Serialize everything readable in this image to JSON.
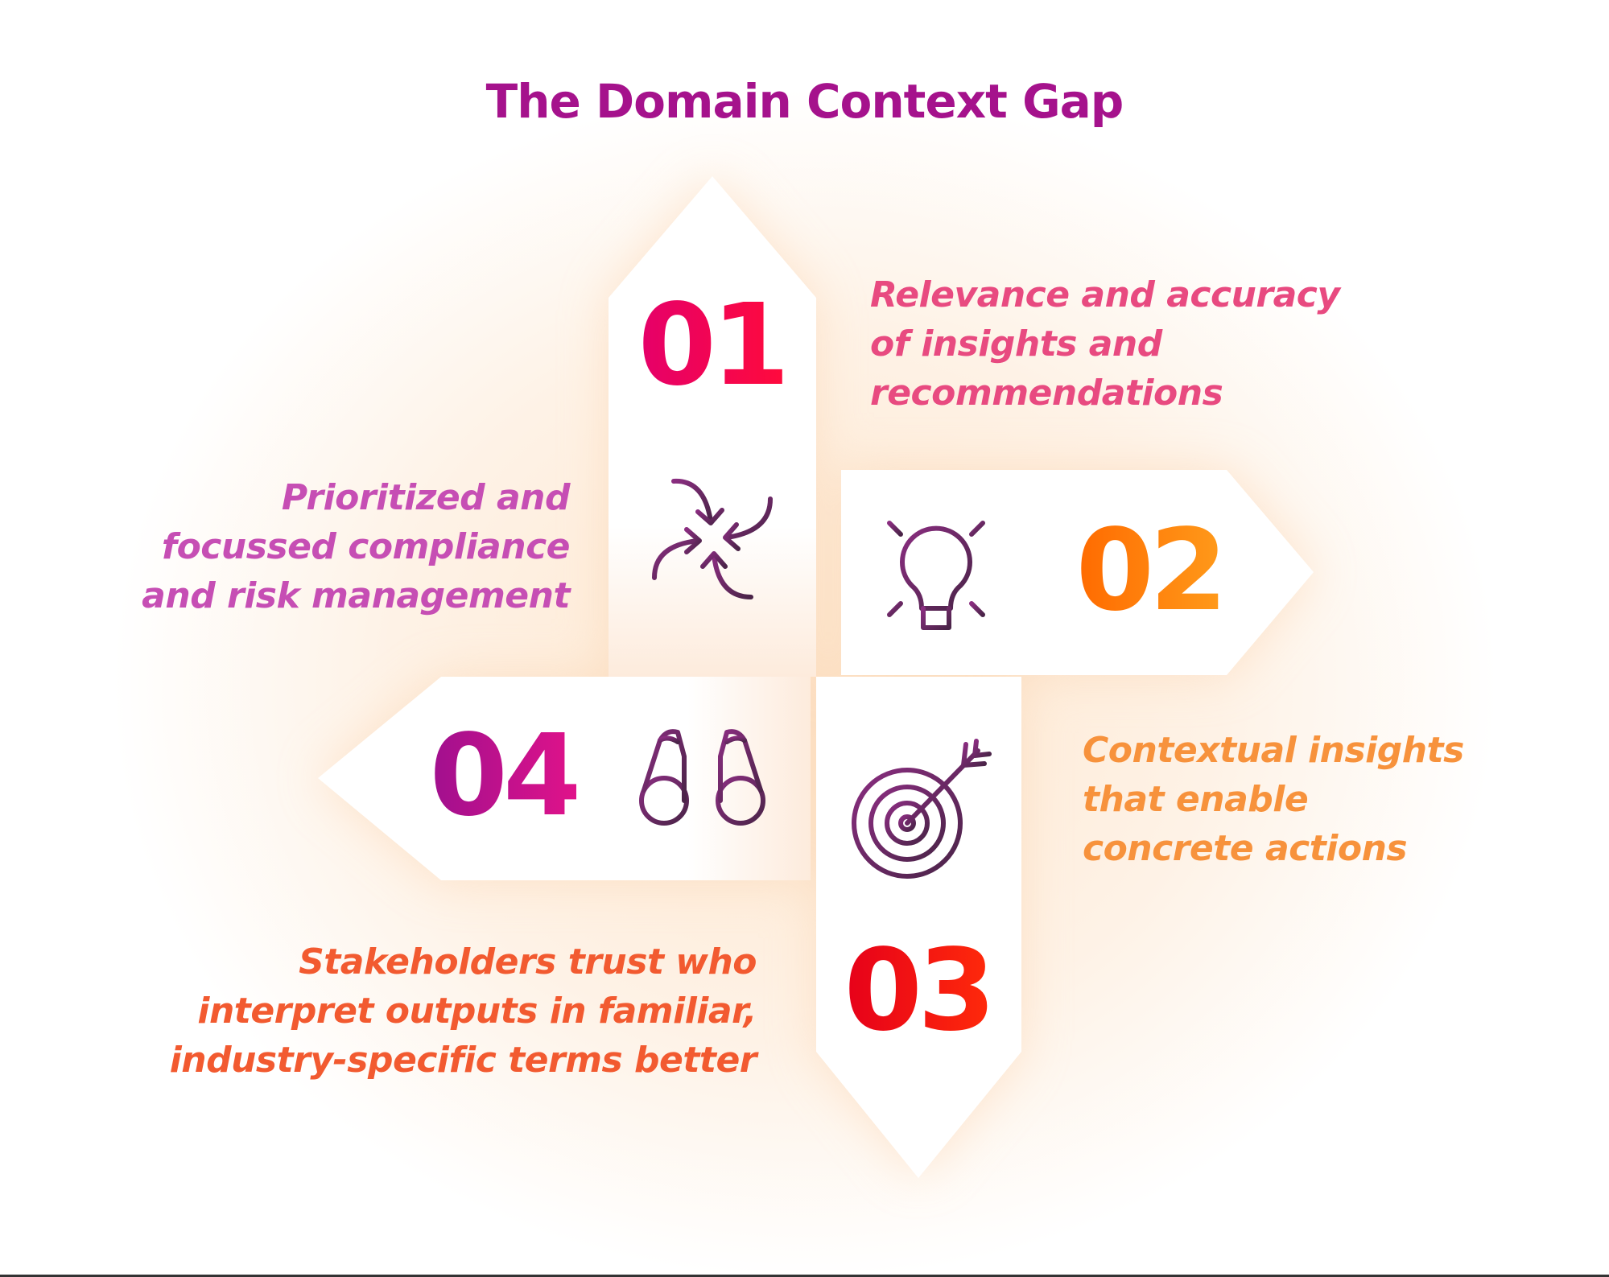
{
  "title": "The Domain Context Gap",
  "items": [
    {
      "number": "01",
      "icon": "converging-arrows-icon",
      "lines": [
        "Relevance and accuracy",
        "of insights and",
        "recommendations"
      ]
    },
    {
      "number": "02",
      "icon": "lightbulb-icon",
      "lines": [
        "Contextual insights",
        "that enable",
        "concrete actions"
      ]
    },
    {
      "number": "03",
      "icon": "target-icon",
      "lines": [
        "Stakeholders trust who",
        "interpret outputs in familiar,",
        "industry-specific terms better"
      ]
    },
    {
      "number": "04",
      "icon": "binoculars-icon",
      "lines": [
        "Prioritized and",
        "focussed compliance",
        "and risk management"
      ]
    }
  ],
  "colors": {
    "title": "#a5128c",
    "icon": "#6a2a6a",
    "text1": "#e84a80",
    "text2": "#f7923c",
    "text3": "#f25a30",
    "text4": "#c64eb4"
  }
}
